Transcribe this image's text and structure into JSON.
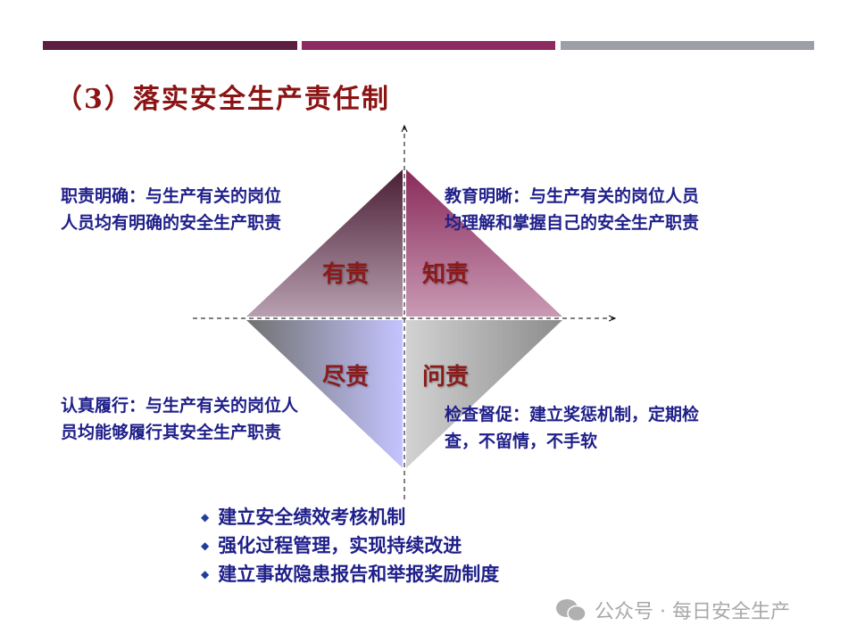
{
  "title": "（3）落实安全生产责任制",
  "quadrants": {
    "tl": {
      "label": "有责",
      "desc_lines": [
        "职责明确：与生产有关的岗位",
        "人员均有明确的安全生产职责"
      ]
    },
    "tr": {
      "label": "知责",
      "desc_lines": [
        "教育明晰：与生产有关的岗位人员",
        "均理解和掌握自己的安全生产职责"
      ]
    },
    "bl": {
      "label": "尽责",
      "desc_lines": [
        "认真履行：与生产有关的岗位人",
        "员均能够履行其安全生产职责"
      ]
    },
    "br": {
      "label": "问责",
      "desc_lines": [
        "检查督促：建立奖惩机制，定期检",
        "查，不留情，不手软"
      ]
    }
  },
  "bullets": [
    "建立安全绩效考核机制",
    "强化过程管理，实现持续改进",
    "建立事故隐患报告和举报奖励制度"
  ],
  "watermark": "公众号 · 每日安全生产",
  "colors": {
    "bar1": "#5c1f42",
    "bar2": "#8e2a62",
    "bar3": "#9ca0a6",
    "title": "#8b1414",
    "text": "#1f1f8a"
  }
}
